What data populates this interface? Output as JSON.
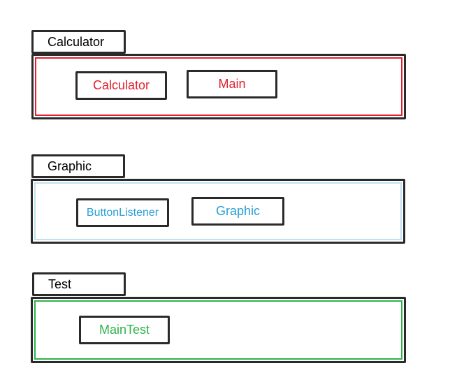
{
  "colors": {
    "outline": "#2a2a2a",
    "calculator": "#e0202e",
    "graphic": "#2a9fd6",
    "graphic_inner": "#bfe0f2",
    "test": "#2db34a"
  },
  "packages": [
    {
      "name": "Calculator",
      "classes": [
        "Calculator",
        "Main"
      ]
    },
    {
      "name": "Graphic",
      "classes": [
        "ButtonListener",
        "Graphic"
      ]
    },
    {
      "name": "Test",
      "classes": [
        "MainTest"
      ]
    }
  ]
}
